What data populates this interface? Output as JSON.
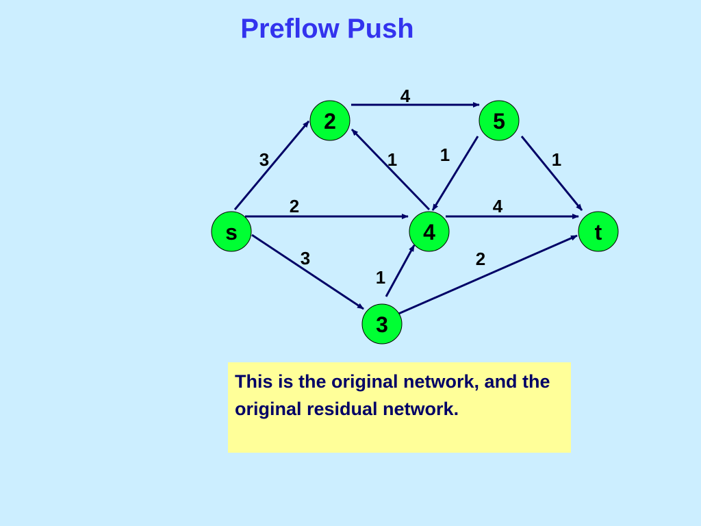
{
  "title": "Preflow Push",
  "note": "This is the original network, and the original residual network.",
  "colors": {
    "background": "#cceeff",
    "title": "#3333ee",
    "node_fill": "#00ff33",
    "edge": "#000066",
    "note_fill": "#ffff99",
    "note_text": "#000066"
  },
  "nodes": [
    {
      "id": "s",
      "label": "s"
    },
    {
      "id": "2",
      "label": "2"
    },
    {
      "id": "5",
      "label": "5"
    },
    {
      "id": "4",
      "label": "4"
    },
    {
      "id": "t",
      "label": "t"
    },
    {
      "id": "3",
      "label": "3"
    }
  ],
  "edges": [
    {
      "from": "2",
      "to": "5",
      "capacity": "4"
    },
    {
      "from": "s",
      "to": "2",
      "capacity": "3"
    },
    {
      "from": "4",
      "to": "2",
      "capacity": "1"
    },
    {
      "from": "5",
      "to": "4",
      "capacity": "1"
    },
    {
      "from": "5",
      "to": "t",
      "capacity": "1"
    },
    {
      "from": "s",
      "to": "4",
      "capacity": "2"
    },
    {
      "from": "4",
      "to": "t",
      "capacity": "4"
    },
    {
      "from": "s",
      "to": "3",
      "capacity": "3"
    },
    {
      "from": "3",
      "to": "t",
      "capacity": "2"
    },
    {
      "from": "3",
      "to": "4",
      "capacity": "1"
    }
  ]
}
